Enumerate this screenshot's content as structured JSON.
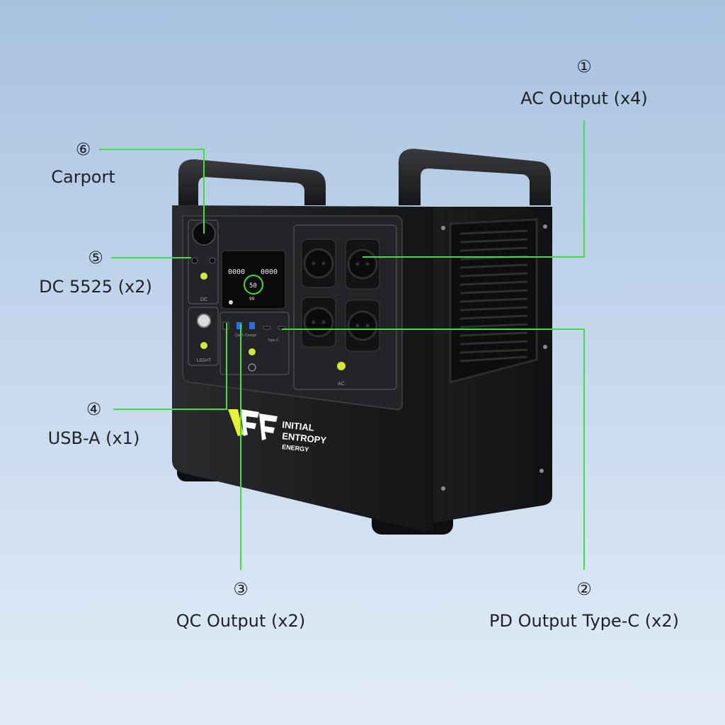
{
  "callouts": [
    {
      "number": "①",
      "label": "AC Output (x4)"
    },
    {
      "number": "②",
      "label": "PD Output Type-C (x2)"
    },
    {
      "number": "③",
      "label": "QC Output (x2)"
    },
    {
      "number": "④",
      "label": "USB-A (x1)"
    },
    {
      "number": "⑤",
      "label": "DC 5525 (x2)"
    },
    {
      "number": "⑥",
      "label": "Carport"
    }
  ],
  "brand": {
    "line1": "INITIAL",
    "line2": "ENTROPY",
    "line3": "ENERGY"
  },
  "panel_labels": {
    "dc": "DC",
    "light": "LIGHT",
    "ac": "AC",
    "type_c": "Type-C",
    "quick_charge": "Quick Charge"
  },
  "display": {
    "input_watts": "0000",
    "output_watts": "0000",
    "battery_percent": "50",
    "time_remaining": "99"
  },
  "colors": {
    "accent_green": "#3ee03e",
    "device_body": "#1e1f21",
    "brand_yellow": "#e6f23a"
  }
}
